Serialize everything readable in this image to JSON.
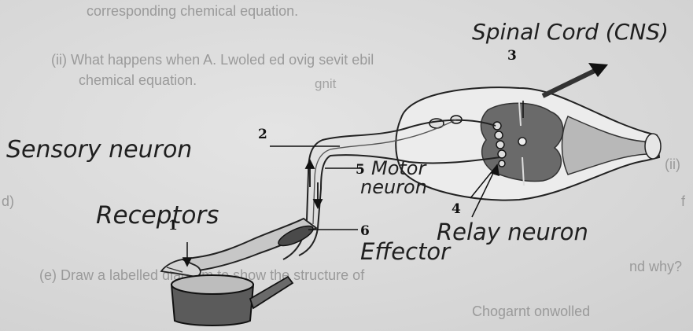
{
  "labels": {
    "spinal_cord": "Spinal Cord (CNS)",
    "sensory_neuron": "Sensory neuron",
    "motor_neuron_line1": "Motor",
    "motor_neuron_line2": "neuron",
    "receptors": "Receptors",
    "relay_neuron": "Relay neuron",
    "effector": "Effector"
  },
  "numbers": {
    "n1": "1",
    "n2": "2",
    "n3": "3",
    "n4": "4",
    "n5": "5",
    "n6": "6"
  },
  "background_text": {
    "line_top": "corresponding chemical equation.",
    "line_2a": "(ii) What happens when A. Lwoled ed ovig sevit ebil",
    "line_3": "chemical equation.",
    "line_3b": "gnit",
    "line_mid_right": "(ii)",
    "line_d": "d)",
    "line_d_right": "f",
    "line_dwhy": "nd why?",
    "line_e": "(e) Draw a labelled diagram to show the structure of",
    "line_bottom": "Chogarnt onwolled"
  },
  "colors": {
    "ink": "#1f1f1f",
    "tissue_dark": "#6a6a6a",
    "tissue_light": "#b8b8b8"
  }
}
